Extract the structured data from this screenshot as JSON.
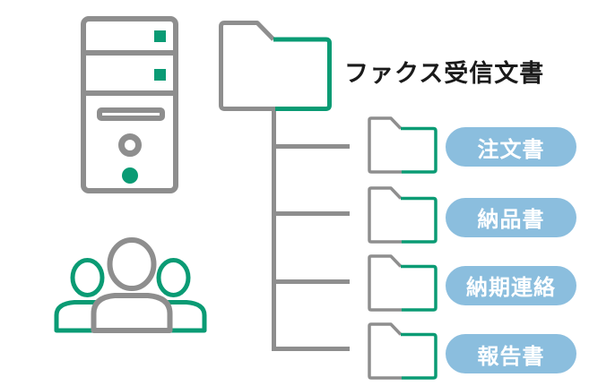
{
  "colors": {
    "gray": "#8e8e8e",
    "green": "#0a9b74",
    "blue": "#8bbede",
    "title_text": "#1a1a1a",
    "pill_text": "#ffffff",
    "background": "#ffffff"
  },
  "icons": {
    "server": "server-tower-icon",
    "users": "user-group-icon",
    "root": "folder-icon",
    "child": "folder-icon"
  },
  "tree": {
    "root": {
      "label": "ファクス受信文書"
    },
    "children": [
      {
        "label": "注文書"
      },
      {
        "label": "納品書"
      },
      {
        "label": "納期連絡"
      },
      {
        "label": "報告書"
      }
    ]
  }
}
